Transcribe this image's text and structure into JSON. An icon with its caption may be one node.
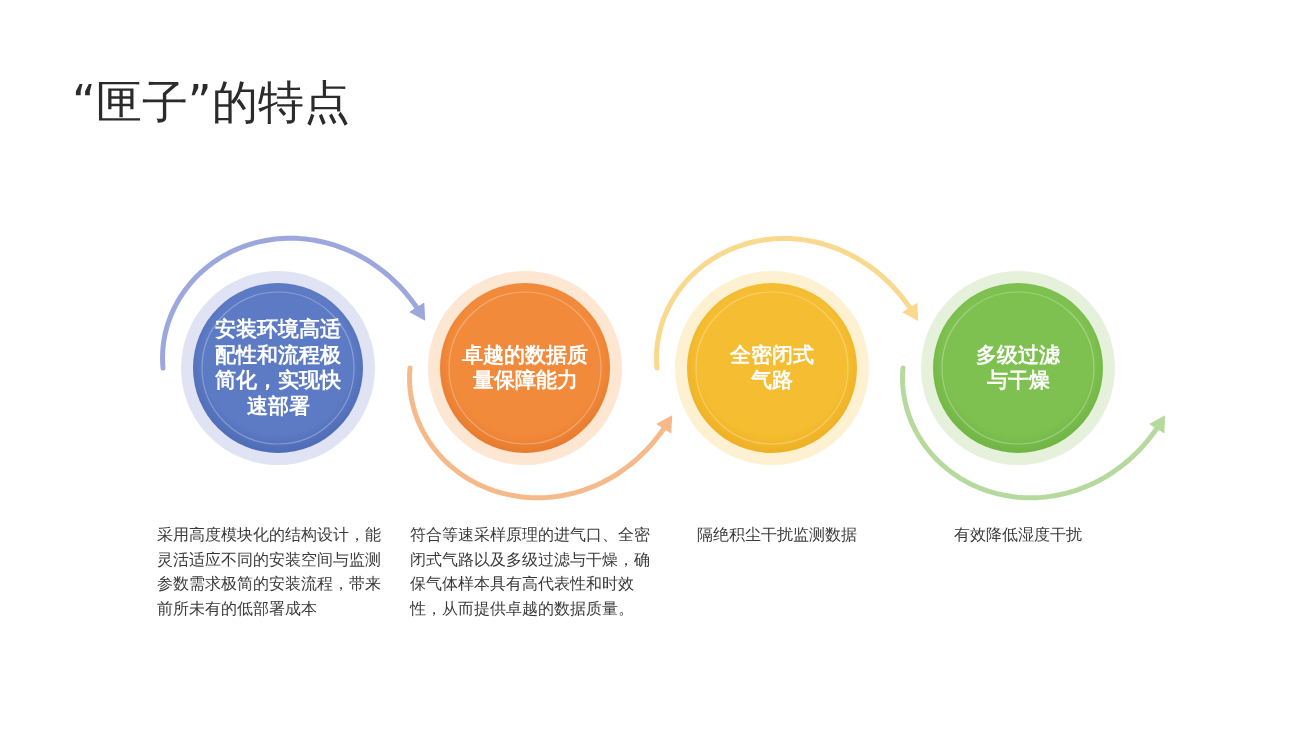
{
  "diagram": {
    "title": "“匣子”的特点",
    "nodes": [
      {
        "text": [
          "安装环境高适配性和流程极简化，实现快速部署"
        ],
        "beside": [
          "采用高度模块化的结构设计，能灵活适应不同的安装空间与监测参数需求极简的安装流程，带来前所未有的低部署成本"
        ]
      },
      {
        "text": [
          "卓越的数据质量保障能力"
        ],
        "beside": [
          "符合等速采样原理的进气口、全密闭式气路以及多级过滤与干燥，确保气体样本具有高代表性和时效性，从而提供卓越的数据质量。"
        ]
      },
      {
        "text": [
          "全密闭式气路"
        ],
        "beside": [
          "隔绝积尘干扰监测数据"
        ]
      },
      {
        "text": [
          "多级过滤与干燥"
        ],
        "beside": [
          "有效降低湿度干扰"
        ]
      }
    ],
    "edges": [
      {
        "from": 0,
        "to": 1,
        "arrow": "to",
        "color": "#9ca8dd"
      },
      {
        "from": 1,
        "to": 2,
        "arrow": "to",
        "color": "#f5b98a"
      },
      {
        "from": 2,
        "to": 3,
        "arrow": "to",
        "color": "#f8d98d"
      },
      {
        "from": 3,
        "to": null,
        "arrow": "to",
        "color": "#b6da9e"
      }
    ]
  }
}
